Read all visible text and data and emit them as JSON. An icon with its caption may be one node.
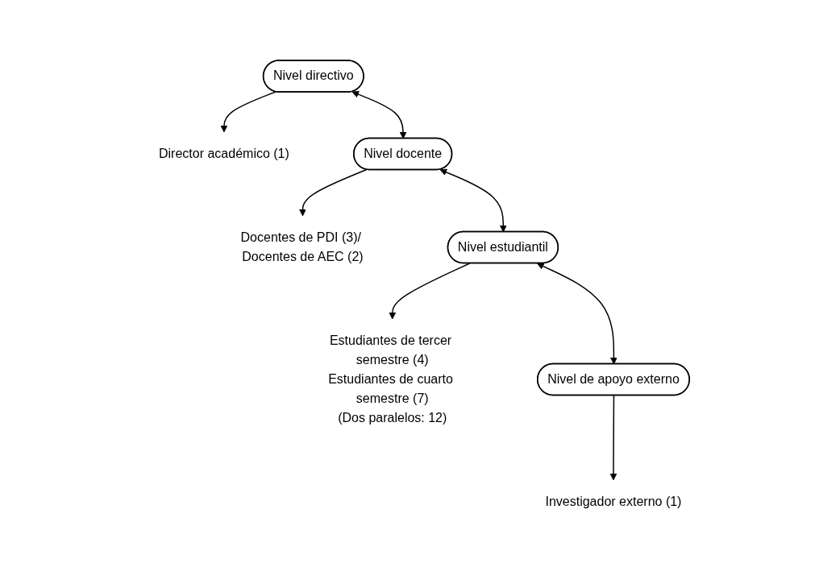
{
  "diagram": {
    "nodes": [
      {
        "text": [
          "Nivel directivo"
        ]
      },
      {
        "text": [
          "Director académico (1)"
        ]
      },
      {
        "text": [
          "Nivel docente"
        ]
      },
      {
        "text": [
          "Docentes de PDI (3)/ Docentes de AEC (2)"
        ]
      },
      {
        "text": [
          "Nivel estudiantil"
        ]
      },
      {
        "text": [
          "Estudiantes de tercer semestre (4)",
          "Estudiantes de cuarto semestre (7)",
          "(Dos paralelos: 12)"
        ]
      },
      {
        "text": [
          "Nivel de apoyo externo"
        ]
      },
      {
        "text": [
          "Investigador externo (1)"
        ]
      }
    ],
    "edges": [
      {
        "from": 0,
        "to": 1,
        "arrow": "to"
      },
      {
        "from": 0,
        "to": 2,
        "arrow": "both"
      },
      {
        "from": 2,
        "to": 3,
        "arrow": "to"
      },
      {
        "from": 2,
        "to": 4,
        "arrow": "both"
      },
      {
        "from": 4,
        "to": 5,
        "arrow": "to"
      },
      {
        "from": 4,
        "to": 6,
        "arrow": "both"
      },
      {
        "from": 6,
        "to": 7,
        "arrow": "to"
      }
    ]
  }
}
